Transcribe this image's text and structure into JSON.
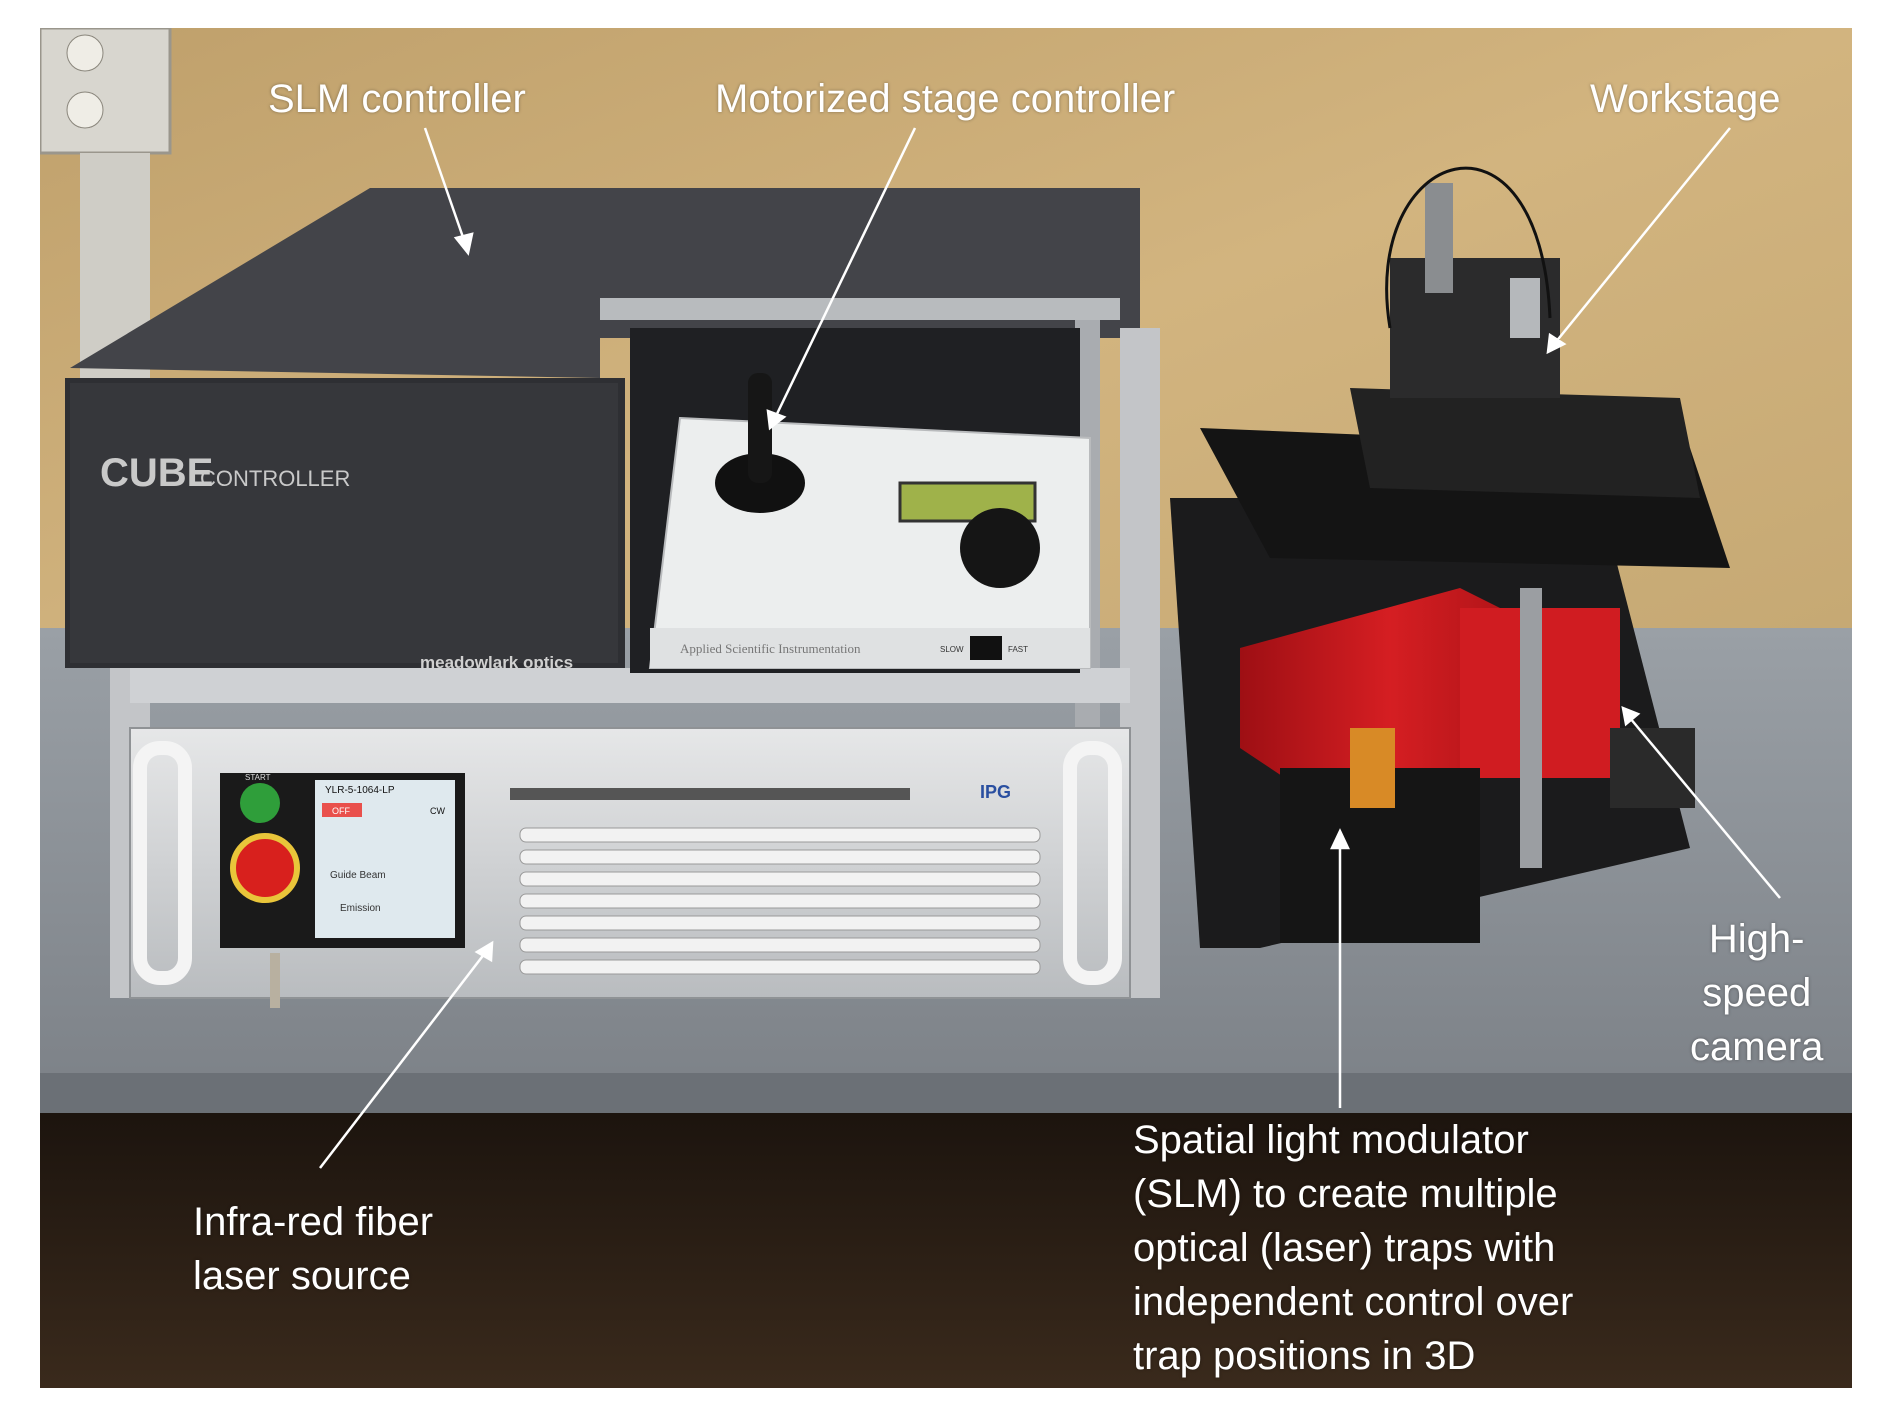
{
  "annotations": {
    "slm_controller": "SLM controller",
    "stage_controller": "Motorized stage controller",
    "workstage": "Workstage",
    "camera": [
      "High-",
      "speed",
      "camera"
    ],
    "laser": [
      "Infra-red fiber",
      "laser source"
    ],
    "slm": [
      "Spatial light modulator",
      "(SLM) to create multiple",
      "optical (laser) traps with",
      "independent control over",
      "trap positions in 3D"
    ]
  },
  "equipment_text": {
    "cube_brand": "CUBE",
    "cube_sub": "CONTROLLER",
    "cube_maker": "meadowlark optics",
    "stage_maker": "Applied Scientific Instrumentation",
    "laser_model": "YLR-5-1064-LP",
    "laser_maker": "IPG",
    "slow": "SLOW",
    "fast": "FAST",
    "start": "START",
    "off": "OFF",
    "cw": "CW",
    "guide_beam": "Guide Beam",
    "emission": "Emission"
  },
  "colors": {
    "wall": "#c9ab76",
    "table": "#8e9298",
    "floor": "#2a1d14",
    "enclosure": "#3a3b3e",
    "slm_red": "#c4141a"
  }
}
